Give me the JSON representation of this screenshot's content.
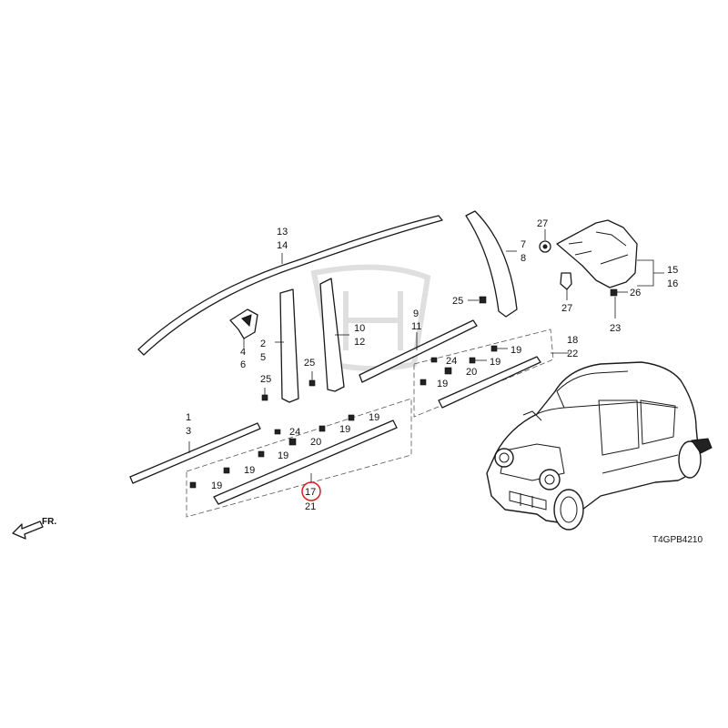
{
  "diagram_code": "T4GPB4210",
  "front_indicator": "FR.",
  "highlight_color": "#d81e1e",
  "callouts": {
    "c13": "13",
    "c14": "14",
    "c2": "2",
    "c5": "5",
    "c4": "4",
    "c6": "6",
    "c25a": "25",
    "c25b": "25",
    "c25c": "25",
    "c10": "10",
    "c12": "12",
    "c9": "9",
    "c11": "11",
    "c7": "7",
    "c8": "8",
    "c27a": "27",
    "c27b": "27",
    "c15": "15",
    "c16": "16",
    "c26": "26",
    "c23": "23",
    "c18": "18",
    "c22": "22",
    "c1": "1",
    "c3": "3",
    "c17": "17",
    "c21": "21",
    "c24a": "24",
    "c24b": "24",
    "c19a": "19",
    "c19b": "19",
    "c19c": "19",
    "c19d": "19",
    "c19e": "19",
    "c19f": "19",
    "c19g": "19",
    "c20a": "20",
    "c20b": "20"
  }
}
